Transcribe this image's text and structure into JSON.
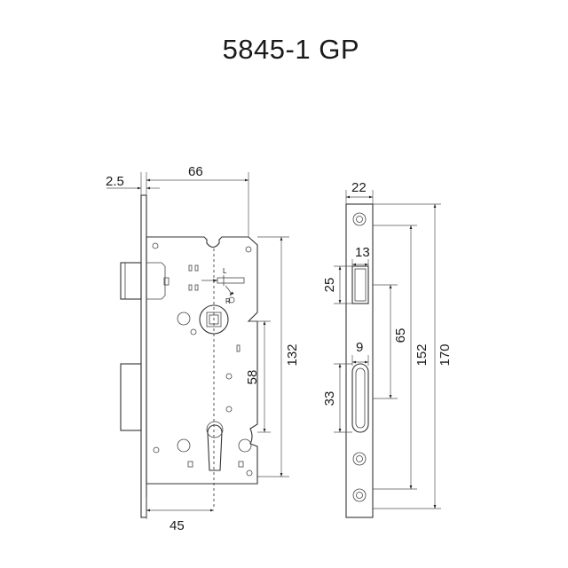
{
  "title": "5845-1 GP",
  "side_view": {
    "dims": {
      "faceplate_thickness": "2.5",
      "case_depth": "66",
      "handle_spacing": "58",
      "case_height": "132",
      "backset": "45"
    },
    "lever_direction": {
      "left": "L",
      "right": "R"
    }
  },
  "front_view": {
    "dims": {
      "faceplate_width": "22",
      "latch_width": "13",
      "latch_height": "25",
      "bolt_width": "9",
      "bolt_height": "33",
      "latch_offset": "65",
      "screw_spacing": "152",
      "faceplate_length": "170"
    }
  }
}
